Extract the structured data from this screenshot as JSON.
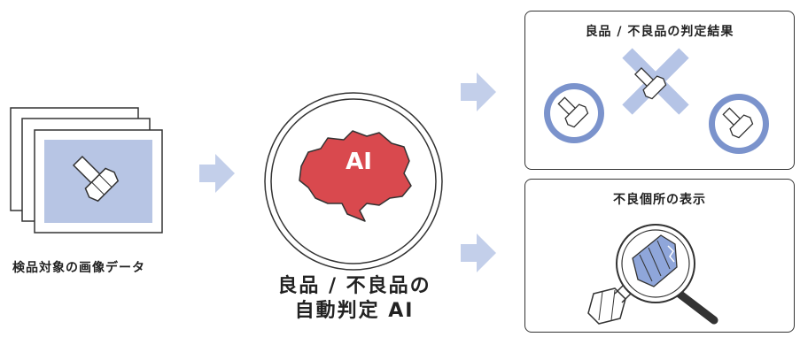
{
  "input": {
    "caption": "検品対象の画像データ"
  },
  "ai": {
    "badge": "AI",
    "caption_line1": "良品 / 不良品の",
    "caption_line2": "自動判定 AI"
  },
  "panels": {
    "result": {
      "title": "良品 / 不良品の判定結果"
    },
    "defect": {
      "title": "不良個所の表示"
    }
  },
  "colors": {
    "brain": "#d9494e",
    "photo_bg": "#b7c5e4",
    "good_circle": "#7b93cc",
    "reject_cross": "#b5c4e6",
    "arrow": "#c3cfea",
    "defect_highlight": "#8fa6da"
  }
}
